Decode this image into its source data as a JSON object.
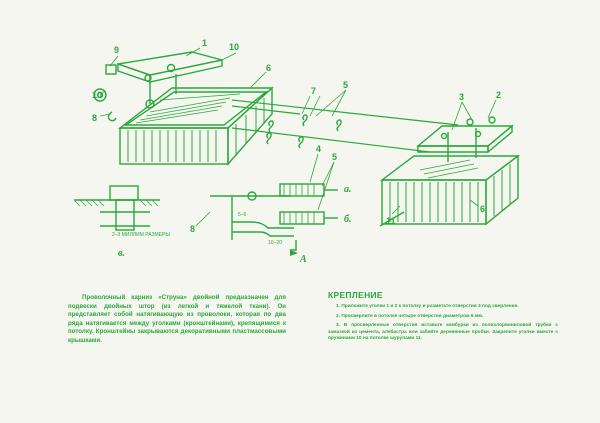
{
  "labels": {
    "n1": "1",
    "n2": "2",
    "n3": "3",
    "n4": "4",
    "n5": "5",
    "n6": "6",
    "n7": "7",
    "n8": "8",
    "n9": "9",
    "n10": "10",
    "n11": "11",
    "letter_a": "а.",
    "letter_b": "б.",
    "letter_v": "в.",
    "letter_A": "А",
    "dim_gap": "2–3 МИЛЛИМ РАЗМЕРЫ",
    "dim_56": "5–6",
    "dim_1020": "10–20"
  },
  "description": "Проволочный карниз «Струна» двойной предназначен для подвески двойных штор (из легкой и тяжелой ткани). Он представляет собой натягивающую из проволоки, которая по два ряда натягивается между уголками (кронштейнами), крепящимися к потолку. Кронштейны закрываются декоративными пластмассовыми крышками.",
  "fastening": {
    "heading": "КРЕПЛЕНИЕ",
    "steps": [
      "1. Приложите уголки 1 и 2 к потолку и разметьте отверстия 3 под сверление.",
      "2. Просверлите в потолке четыре отверстия диаметром 6 мм.",
      "3. В просверленные отверстия вставьте комбурки из полихлорвиниловой трубки с замазкой из цемента, алебастра или забейте деревянные пробки. Закрепите уголки вместе с пружинами 10 на потолке шурупами 11."
    ]
  },
  "colors": {
    "ink": "#2aa83a",
    "paper": "#f6f6f1"
  }
}
